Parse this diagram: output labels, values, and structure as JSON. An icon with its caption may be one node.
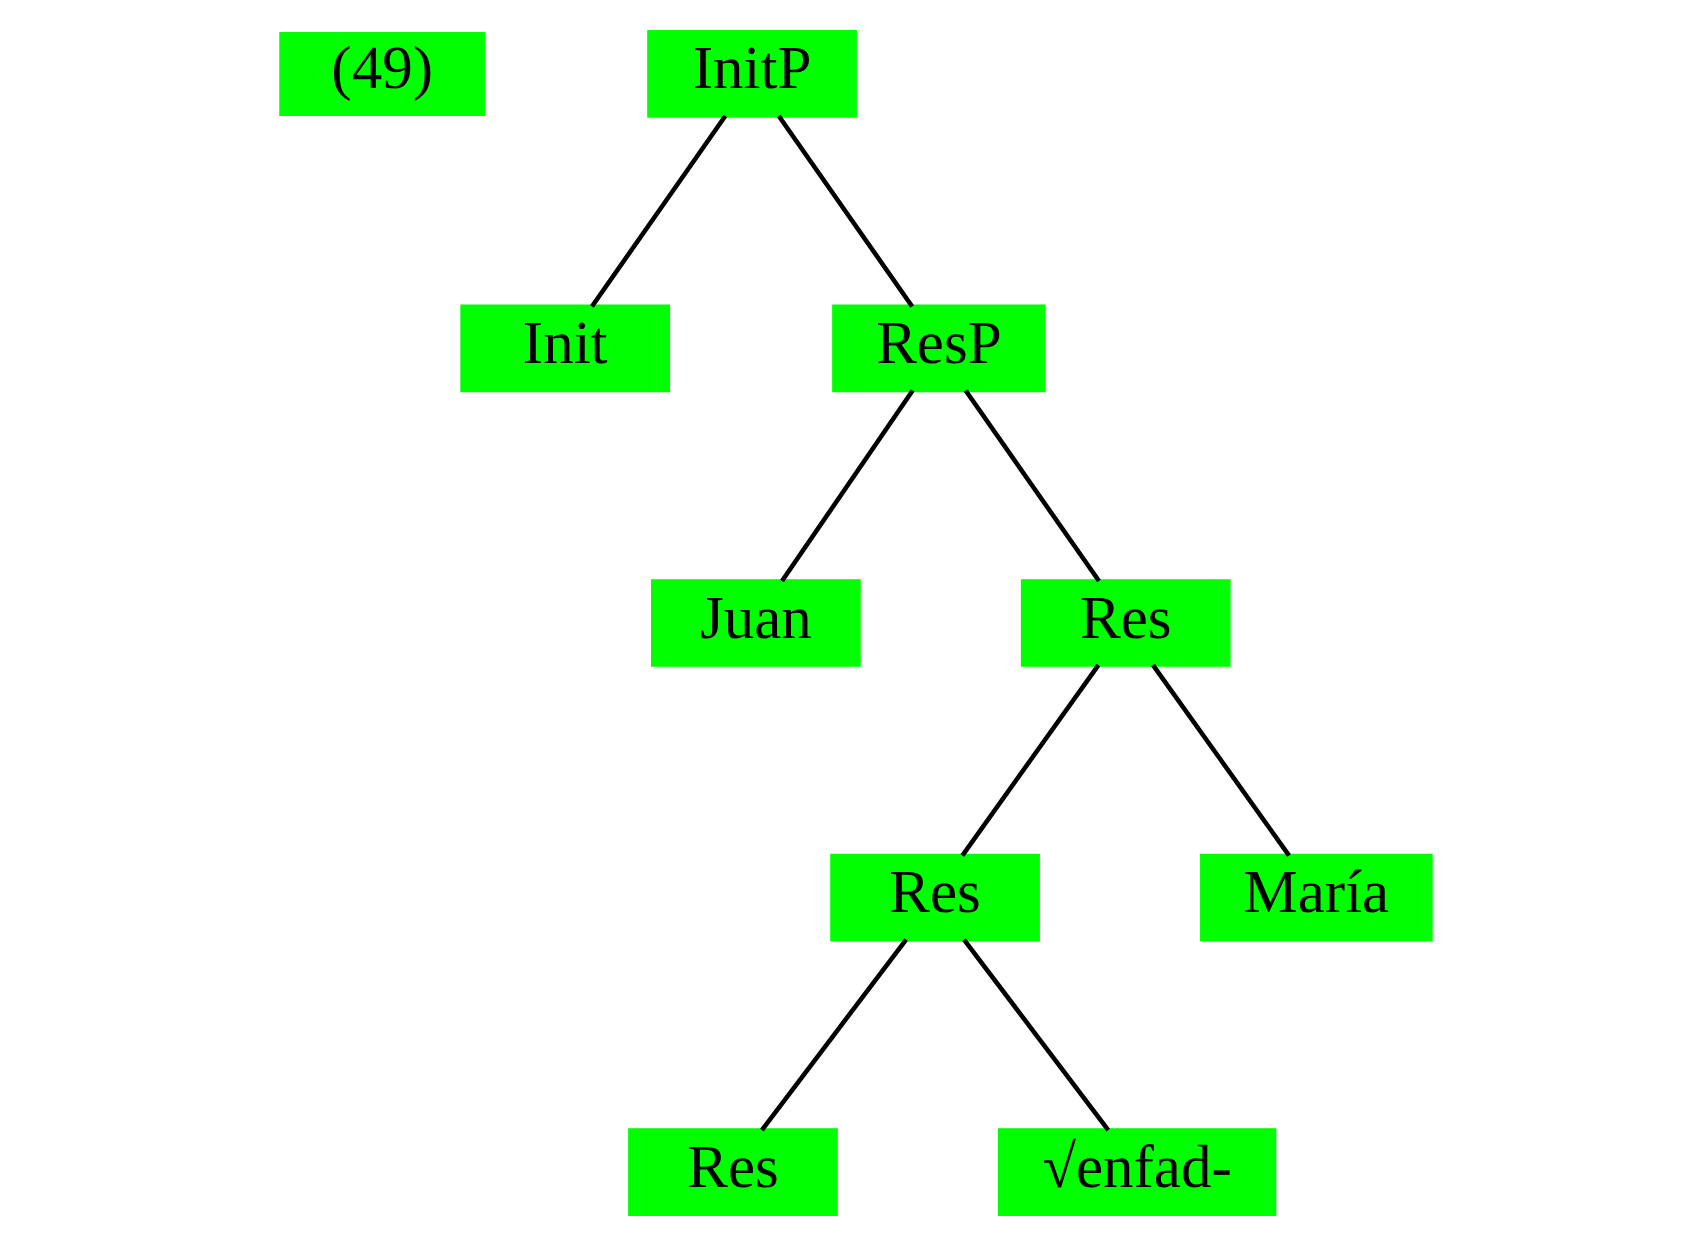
{
  "diagram": {
    "nodes": [
      {
        "text": [
          "InitP"
        ]
      },
      {
        "text": [
          "Init"
        ]
      },
      {
        "text": [
          "ResP"
        ]
      },
      {
        "text": [
          "Juan"
        ]
      },
      {
        "text": [
          "Res"
        ]
      },
      {
        "text": [
          "Res"
        ]
      },
      {
        "text": [
          "María"
        ]
      },
      {
        "text": [
          "Res"
        ]
      },
      {
        "text": [
          "√enfad-"
        ]
      }
    ],
    "edges": [
      {
        "from": 0,
        "to": 1,
        "arrow": "none"
      },
      {
        "from": 0,
        "to": 2,
        "arrow": "none"
      },
      {
        "from": 2,
        "to": 3,
        "arrow": "none"
      },
      {
        "from": 2,
        "to": 4,
        "arrow": "none"
      },
      {
        "from": 4,
        "to": 5,
        "arrow": "none"
      },
      {
        "from": 4,
        "to": 6,
        "arrow": "none"
      },
      {
        "from": 5,
        "to": 7,
        "arrow": "none"
      },
      {
        "from": 5,
        "to": 8,
        "arrow": "none"
      }
    ],
    "labels": [
      "(49)"
    ]
  }
}
